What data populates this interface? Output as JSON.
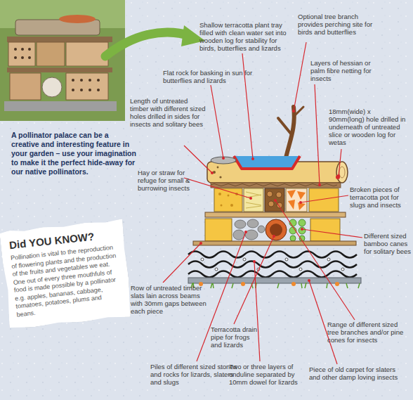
{
  "diagram": {
    "nodes": [
      {
        "text": [
          "Did YOU KNOW?",
          "Pollination is vital to the reproduction of flowering plants and the production of the fruits and vegetables we eat. One out of every three mouthfuls of food is made possible by a pollinator e.g. apples, bananas, cabbage, tomatoes, potatoes, plums and beans."
        ]
      }
    ],
    "labels": [
      "Shallow terracotta plant tray filled with clean water set into wooden log for stability for birds, butterflies and lizards",
      "Optional tree branch provides perching site for birds and butterflies",
      "Flat rock for basking in sun for butterflies and lizards",
      "Layers of hessian or palm fibre netting for insects",
      "Length of untreated timber with different sized holes drilled in sides for insects and solitary bees",
      "18mm(wide) x 90mm(long) hole drilled in underneath of untreated slice or wooden log for wetas",
      "A pollinator palace can be a creative and interesting feature in your garden – use your imagination to make it the perfect hide-away for our native pollinators.",
      "Hay or straw for refuge for small & burrowing insects",
      "Broken pieces of terracotta pot for slugs and insects",
      "Different sized bamboo canes for solitary bees",
      "Row of untreated timber slats lain across beams with 30mm gaps between each piece",
      "Range of different sized tree branches and/or pine cones for insects",
      "Terracotta drain pipe for frogs and lizards",
      "Piles of different sized stones and rocks for lizards, slaters and slugs",
      "Two or three layers of onduline separated by 10mm dowel for lizards",
      "Piece of old carpet for slaters and other damp loving insects"
    ]
  }
}
